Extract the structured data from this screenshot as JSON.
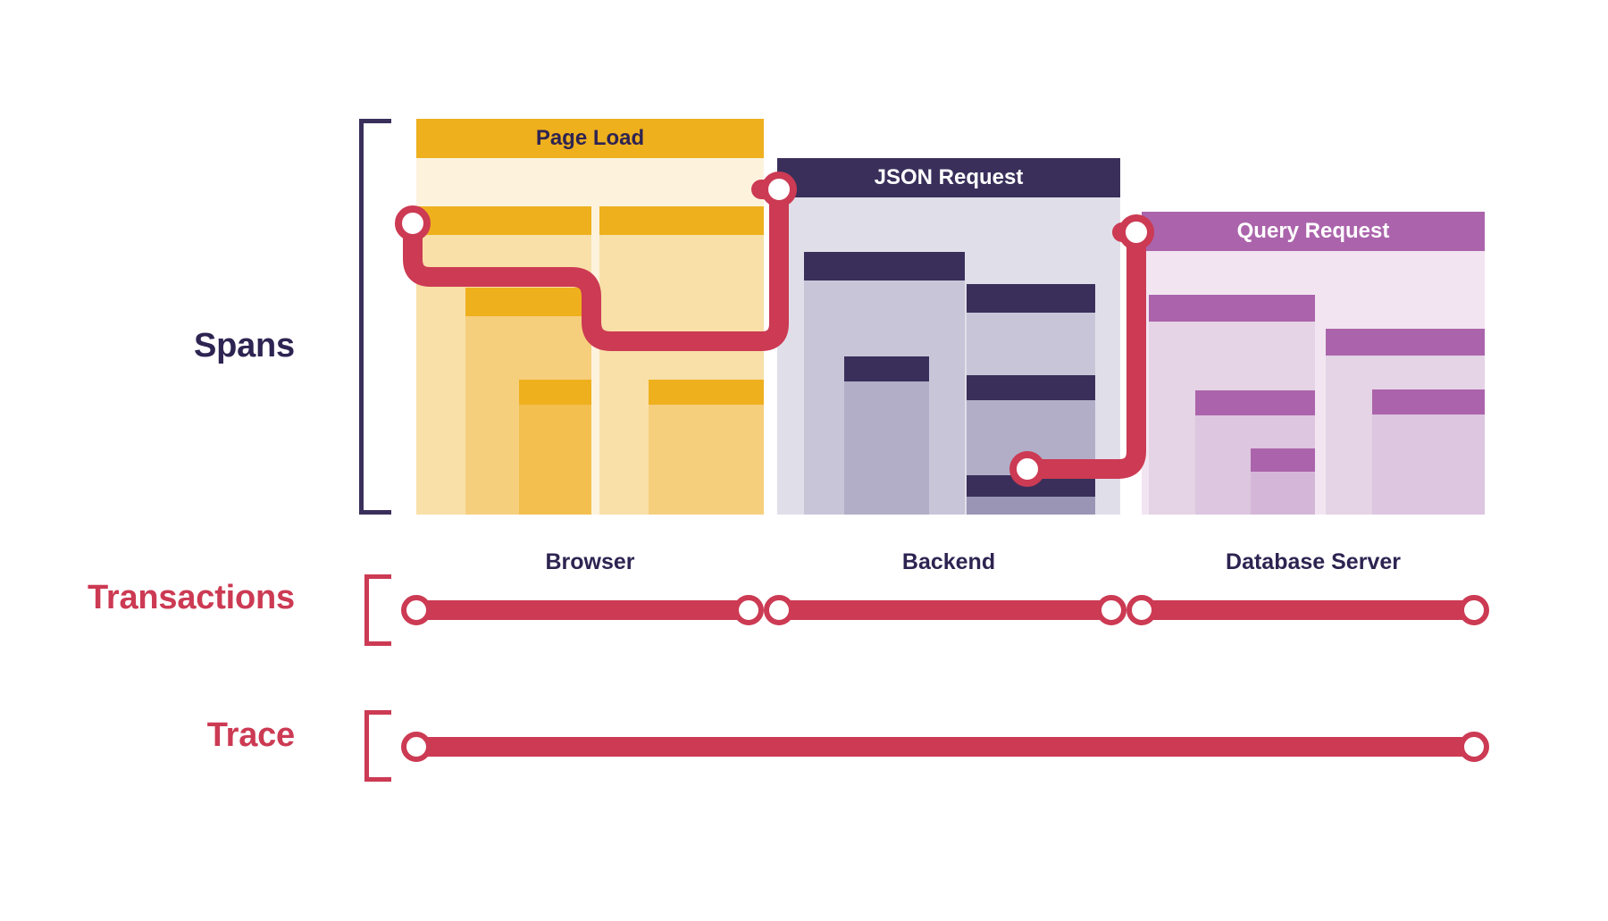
{
  "diagram": {
    "title_rows": {
      "spans": "Spans",
      "transactions": "Transactions",
      "trace": "Trace"
    },
    "colors": {
      "trace_red": "#cc3a53",
      "dark_purple": "#3a2f5b",
      "browser_amber": "#efb01e",
      "backend_navy": "#3a2f5b",
      "database_purple": "#ab64ab",
      "background": "#ffffff"
    },
    "columns": [
      {
        "id": "browser",
        "span_title": "Page Load",
        "service_caption": "Browser",
        "title_text_color": "#2e2452",
        "header_color": "#efb01e",
        "body_color": "#fdf3dd",
        "bars": [
          {
            "id": "browser-bar-1",
            "head_color": "#efb01e",
            "body_color": "#f8e0a8"
          },
          {
            "id": "browser-bar-1-child",
            "head_color": "#efb01e",
            "body_color": "#f6cf7c"
          },
          {
            "id": "browser-bar-1-grandchild",
            "head_color": "#efb01e",
            "body_color": "#f3bf4e"
          },
          {
            "id": "browser-bar-2",
            "head_color": "#efb01e",
            "body_color": "#f8e0a8"
          },
          {
            "id": "browser-bar-2-child",
            "head_color": "#efb01e",
            "body_color": "#f6cf7c"
          }
        ]
      },
      {
        "id": "backend",
        "span_title": "JSON Request",
        "service_caption": "Backend",
        "title_text_color": "#ffffff",
        "header_color": "#3a2f5b",
        "body_color": "#e0dfe9",
        "bars": [
          {
            "id": "backend-bar-1",
            "head_color": "#3a2f5b",
            "body_color": "#c8c5d8"
          },
          {
            "id": "backend-bar-1-child",
            "head_color": "#3a2f5b",
            "body_color": "#b2aec8"
          },
          {
            "id": "backend-bar-2",
            "head_color": "#3a2f5b",
            "body_color": "#c8c5d8"
          },
          {
            "id": "backend-bar-2-child",
            "head_color": "#3a2f5b",
            "body_color": "#b2aec8"
          },
          {
            "id": "backend-bar-2-grandchild",
            "head_color": "#3a2f5b",
            "body_color": "#9a95b5"
          }
        ]
      },
      {
        "id": "database",
        "span_title": "Query Request",
        "service_caption": "Database Server",
        "title_text_color": "#ffffff",
        "header_color": "#ab64ab",
        "body_color": "#f2e5f1",
        "bars": [
          {
            "id": "database-bar-1",
            "head_color": "#ab64ab",
            "body_color": "#e5d3e6"
          },
          {
            "id": "database-bar-1-child",
            "head_color": "#ab64ab",
            "body_color": "#ddc6df"
          },
          {
            "id": "database-bar-1-grandchild",
            "head_color": "#ab64ab",
            "body_color": "#d4b7d8"
          },
          {
            "id": "database-bar-2",
            "head_color": "#ab64ab",
            "body_color": "#e5d3e6"
          },
          {
            "id": "database-bar-2-child",
            "head_color": "#ab64ab",
            "body_color": "#ddc6df"
          }
        ]
      }
    ],
    "transactions_row": {
      "segments": [
        {
          "id": "transaction-browser",
          "label": "Browser"
        },
        {
          "id": "transaction-backend",
          "label": "Backend"
        },
        {
          "id": "transaction-database",
          "label": "Database Server"
        }
      ],
      "node_count": 6
    },
    "trace_row": {
      "node_count": 2
    },
    "connector": {
      "id": "span-connector-path",
      "description": "routed red path linking page load span to json request span to query request span",
      "node_count": 4
    }
  }
}
